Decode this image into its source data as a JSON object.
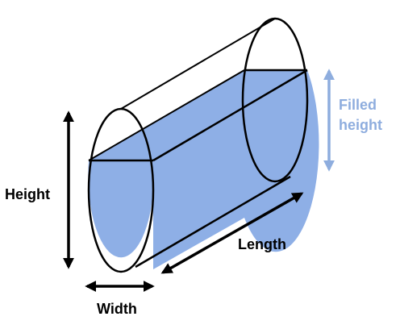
{
  "labels": {
    "height": "Height",
    "length": "Length",
    "width": "Width",
    "filled_line1": "Filled",
    "filled_line2": "height"
  },
  "colors": {
    "liquid_fill": "#8eafe6",
    "filled_height_accent": "#8eadde",
    "outline": "#000000",
    "background": "#ffffff"
  },
  "icons": {
    "height_arrow": "double-headed-vertical-arrow",
    "width_arrow": "double-headed-horizontal-arrow",
    "length_arrow": "double-headed-diagonal-arrow",
    "filled_height_arrow": "double-headed-vertical-arrow"
  }
}
